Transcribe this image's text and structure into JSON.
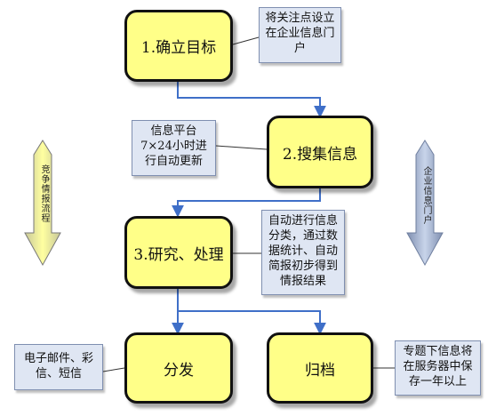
{
  "nodes": {
    "goal": "1.确立目标",
    "collect": "2.搜集信息",
    "research": "3.研究、处理",
    "distribute": "分发",
    "archive": "归档"
  },
  "notes": {
    "goal": [
      "将关注点设立",
      "在企业信息门",
      "户"
    ],
    "collect": [
      "信息平台",
      "7×24小时进",
      "行自动更新"
    ],
    "research": [
      "自动进行信息",
      "分类，通过数",
      "据统计、自动",
      "简报初步得到",
      "情报结果"
    ],
    "distribute": [
      "电子邮件、彩",
      "信、短信"
    ],
    "archive": [
      "专题下信息将",
      "在服务器中保",
      "存一年以上"
    ]
  },
  "side_arrows": {
    "left": "竞争情报流程",
    "right": "企业信息门户"
  },
  "colors": {
    "box_fill": "#ffff88",
    "note_fill": "#dfe6f3",
    "connector": "#3f6fc8",
    "left_arrow": "#ffff88",
    "right_arrow": "#a8b8d8"
  }
}
